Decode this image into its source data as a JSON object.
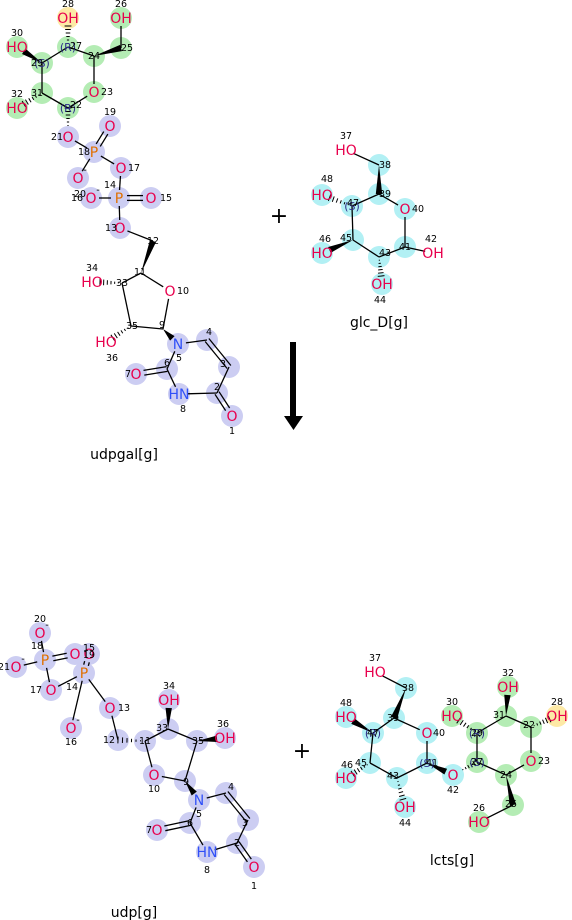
{
  "reaction": {
    "operators": [
      "+",
      "+"
    ],
    "colors": {
      "carbon_label": "#000000",
      "oxygen": "#e8004d",
      "nitrogen": "#3050f8",
      "phosphorus": "#e07000",
      "hl_udp": "#cccdf2",
      "hl_gal": "#b4ecb4",
      "hl_glc": "#b2f0f4",
      "hl_special": "#fde9a6"
    }
  },
  "molecules": [
    {
      "id": "udpgal",
      "name": "udpgal[g]",
      "atoms": [
        {
          "n": 1,
          "el": "O",
          "label": "O",
          "hl": "udp"
        },
        {
          "n": 2,
          "el": "C",
          "label": "",
          "hl": "udp"
        },
        {
          "n": 3,
          "el": "C",
          "label": "",
          "hl": "udp"
        },
        {
          "n": 4,
          "el": "C",
          "label": "",
          "hl": "udp"
        },
        {
          "n": 5,
          "el": "N",
          "label": "N",
          "hl": "udp"
        },
        {
          "n": 6,
          "el": "C",
          "label": "",
          "hl": "udp"
        },
        {
          "n": 7,
          "el": "O",
          "label": "O",
          "hl": "udp"
        },
        {
          "n": 8,
          "el": "N",
          "label": "HN",
          "hl": "udp"
        },
        {
          "n": 9,
          "el": "C",
          "label": "",
          "hl": "none"
        },
        {
          "n": 10,
          "el": "O",
          "label": "O",
          "hl": "none"
        },
        {
          "n": 11,
          "el": "C",
          "label": "",
          "hl": "none"
        },
        {
          "n": 12,
          "el": "C",
          "label": "",
          "hl": "none"
        },
        {
          "n": 13,
          "el": "O",
          "label": "O",
          "hl": "udp"
        },
        {
          "n": 14,
          "el": "P",
          "label": "P",
          "hl": "udp"
        },
        {
          "n": 15,
          "el": "O",
          "label": "O",
          "hl": "udp"
        },
        {
          "n": 16,
          "el": "O",
          "label": "O",
          "hl": "udp",
          "charge": "-"
        },
        {
          "n": 17,
          "el": "O",
          "label": "O",
          "hl": "udp"
        },
        {
          "n": 18,
          "el": "P",
          "label": "P",
          "hl": "udp"
        },
        {
          "n": 19,
          "el": "O",
          "label": "O",
          "hl": "udp"
        },
        {
          "n": 20,
          "el": "O",
          "label": "O",
          "hl": "udp",
          "charge": "-"
        },
        {
          "n": 21,
          "el": "O",
          "label": "O",
          "hl": "udp"
        },
        {
          "n": 22,
          "el": "C",
          "label": "",
          "hl": "gal",
          "stereo": "R"
        },
        {
          "n": 23,
          "el": "O",
          "label": "O",
          "hl": "gal"
        },
        {
          "n": 24,
          "el": "C",
          "label": "",
          "hl": "gal"
        },
        {
          "n": 25,
          "el": "C",
          "label": "",
          "hl": "gal"
        },
        {
          "n": 26,
          "el": "O",
          "label": "OH",
          "hl": "gal"
        },
        {
          "n": 27,
          "el": "C",
          "label": "",
          "hl": "gal",
          "stereo": "R"
        },
        {
          "n": 28,
          "el": "O",
          "label": "OH",
          "hl": "special"
        },
        {
          "n": 29,
          "el": "C",
          "label": "",
          "hl": "gal",
          "stereo": "S"
        },
        {
          "n": 30,
          "el": "O",
          "label": "HO",
          "hl": "gal"
        },
        {
          "n": 31,
          "el": "C",
          "label": "",
          "hl": "gal"
        },
        {
          "n": 32,
          "el": "O",
          "label": "HO",
          "hl": "gal"
        },
        {
          "n": 33,
          "el": "C",
          "label": "",
          "hl": "none"
        },
        {
          "n": 34,
          "el": "O",
          "label": "HO",
          "hl": "none"
        },
        {
          "n": 35,
          "el": "C",
          "label": "",
          "hl": "none"
        },
        {
          "n": 36,
          "el": "O",
          "label": "HO",
          "hl": "none"
        }
      ],
      "bonds": [
        [
          1,
          2,
          2
        ],
        [
          2,
          3,
          1
        ],
        [
          3,
          4,
          2
        ],
        [
          4,
          5,
          1
        ],
        [
          5,
          6,
          1
        ],
        [
          6,
          7,
          2
        ],
        [
          6,
          8,
          1
        ],
        [
          8,
          2,
          1
        ],
        [
          5,
          9,
          1
        ],
        [
          9,
          10,
          1
        ],
        [
          10,
          11,
          1
        ],
        [
          11,
          33,
          1
        ],
        [
          33,
          35,
          1
        ],
        [
          35,
          9,
          1
        ],
        [
          33,
          34,
          1
        ],
        [
          35,
          36,
          1
        ],
        [
          11,
          12,
          1
        ],
        [
          12,
          13,
          1
        ],
        [
          13,
          14,
          1
        ],
        [
          14,
          15,
          2
        ],
        [
          14,
          16,
          1
        ],
        [
          14,
          17,
          1
        ],
        [
          17,
          18,
          1
        ],
        [
          18,
          19,
          2
        ],
        [
          18,
          20,
          1
        ],
        [
          18,
          21,
          1
        ],
        [
          21,
          22,
          1
        ],
        [
          22,
          23,
          1
        ],
        [
          23,
          24,
          1
        ],
        [
          24,
          27,
          1
        ],
        [
          27,
          29,
          1
        ],
        [
          29,
          31,
          1
        ],
        [
          31,
          22,
          1
        ],
        [
          24,
          25,
          1
        ],
        [
          25,
          26,
          1
        ],
        [
          27,
          28,
          1
        ],
        [
          29,
          30,
          1
        ],
        [
          31,
          32,
          1
        ]
      ]
    },
    {
      "id": "glc",
      "name": "glc_D[g]",
      "atoms": [
        {
          "n": 37,
          "el": "O",
          "label": "HO",
          "hl": "none"
        },
        {
          "n": 38,
          "el": "C",
          "label": "",
          "hl": "glc"
        },
        {
          "n": 39,
          "el": "C",
          "label": "",
          "hl": "glc"
        },
        {
          "n": 40,
          "el": "O",
          "label": "O",
          "hl": "glc"
        },
        {
          "n": 41,
          "el": "C",
          "label": "",
          "hl": "glc"
        },
        {
          "n": 42,
          "el": "O",
          "label": "OH",
          "hl": "none"
        },
        {
          "n": 43,
          "el": "C",
          "label": "",
          "hl": "glc"
        },
        {
          "n": 44,
          "el": "O",
          "label": "OH",
          "hl": "glc"
        },
        {
          "n": 45,
          "el": "C",
          "label": "",
          "hl": "glc"
        },
        {
          "n": 46,
          "el": "O",
          "label": "HO",
          "hl": "glc"
        },
        {
          "n": 47,
          "el": "C",
          "label": "",
          "hl": "glc",
          "stereo": "S"
        },
        {
          "n": 48,
          "el": "O",
          "label": "HO",
          "hl": "glc"
        }
      ],
      "bonds": [
        [
          37,
          38,
          1
        ],
        [
          38,
          39,
          1
        ],
        [
          39,
          40,
          1
        ],
        [
          40,
          41,
          1
        ],
        [
          41,
          42,
          1
        ],
        [
          41,
          43,
          1
        ],
        [
          43,
          44,
          1
        ],
        [
          43,
          45,
          1
        ],
        [
          45,
          46,
          1
        ],
        [
          45,
          47,
          1
        ],
        [
          47,
          48,
          1
        ],
        [
          47,
          39,
          1
        ]
      ]
    },
    {
      "id": "udp",
      "name": "udp[g]",
      "atoms": [
        {
          "n": 1,
          "el": "O",
          "label": "O",
          "hl": "udp"
        },
        {
          "n": 2,
          "el": "C",
          "label": "",
          "hl": "udp"
        },
        {
          "n": 3,
          "el": "C",
          "label": "",
          "hl": "udp"
        },
        {
          "n": 4,
          "el": "C",
          "label": "",
          "hl": "udp"
        },
        {
          "n": 5,
          "el": "N",
          "label": "N",
          "hl": "udp"
        },
        {
          "n": 6,
          "el": "C",
          "label": "",
          "hl": "udp"
        },
        {
          "n": 7,
          "el": "O",
          "label": "O",
          "hl": "udp"
        },
        {
          "n": 8,
          "el": "N",
          "label": "HN",
          "hl": "udp"
        },
        {
          "n": 9,
          "el": "C",
          "label": "",
          "hl": "udp"
        },
        {
          "n": 10,
          "el": "O",
          "label": "O",
          "hl": "udp"
        },
        {
          "n": 11,
          "el": "C",
          "label": "",
          "hl": "udp"
        },
        {
          "n": 12,
          "el": "C",
          "label": "",
          "hl": "udp"
        },
        {
          "n": 13,
          "el": "O",
          "label": "O",
          "hl": "udp"
        },
        {
          "n": 14,
          "el": "P",
          "label": "P",
          "hl": "udp"
        },
        {
          "n": 15,
          "el": "O",
          "label": "O",
          "hl": "udp"
        },
        {
          "n": 16,
          "el": "O",
          "label": "O",
          "hl": "udp",
          "charge": "-"
        },
        {
          "n": 17,
          "el": "O",
          "label": "O",
          "hl": "udp"
        },
        {
          "n": 18,
          "el": "P",
          "label": "P",
          "hl": "udp"
        },
        {
          "n": 19,
          "el": "O",
          "label": "O",
          "hl": "udp"
        },
        {
          "n": 20,
          "el": "O",
          "label": "O",
          "hl": "udp",
          "charge": "-"
        },
        {
          "n": 21,
          "el": "O",
          "label": "O",
          "hl": "udp",
          "charge": "-"
        },
        {
          "n": 33,
          "el": "C",
          "label": "",
          "hl": "udp"
        },
        {
          "n": 34,
          "el": "O",
          "label": "OH",
          "hl": "udp"
        },
        {
          "n": 35,
          "el": "C",
          "label": "",
          "hl": "udp"
        },
        {
          "n": 36,
          "el": "O",
          "label": "OH",
          "hl": "udp"
        }
      ],
      "bonds": [
        [
          1,
          2,
          2
        ],
        [
          2,
          3,
          1
        ],
        [
          3,
          4,
          2
        ],
        [
          4,
          5,
          1
        ],
        [
          5,
          6,
          1
        ],
        [
          6,
          7,
          2
        ],
        [
          6,
          8,
          1
        ],
        [
          8,
          2,
          1
        ],
        [
          5,
          9,
          1
        ],
        [
          9,
          10,
          1
        ],
        [
          10,
          11,
          1
        ],
        [
          11,
          33,
          1
        ],
        [
          33,
          35,
          1
        ],
        [
          35,
          9,
          1
        ],
        [
          33,
          34,
          1
        ],
        [
          35,
          36,
          1
        ],
        [
          11,
          12,
          1
        ],
        [
          12,
          13,
          1
        ],
        [
          13,
          14,
          1
        ],
        [
          14,
          15,
          2
        ],
        [
          14,
          16,
          1
        ],
        [
          14,
          17,
          1
        ],
        [
          17,
          18,
          1
        ],
        [
          18,
          19,
          2
        ],
        [
          18,
          20,
          1
        ],
        [
          18,
          21,
          1
        ]
      ]
    },
    {
      "id": "lcts",
      "name": "lcts[g]",
      "atoms": [
        {
          "n": 22,
          "el": "C",
          "label": "",
          "hl": "gal"
        },
        {
          "n": 23,
          "el": "O",
          "label": "O",
          "hl": "gal"
        },
        {
          "n": 24,
          "el": "C",
          "label": "",
          "hl": "gal"
        },
        {
          "n": 25,
          "el": "C",
          "label": "",
          "hl": "gal"
        },
        {
          "n": 26,
          "el": "O",
          "label": "HO",
          "hl": "gal"
        },
        {
          "n": 27,
          "el": "C",
          "label": "",
          "hl": "gal",
          "stereo": "S"
        },
        {
          "n": 28,
          "el": "O",
          "label": "OH",
          "hl": "special"
        },
        {
          "n": 29,
          "el": "C",
          "label": "",
          "hl": "gal",
          "stereo": "R"
        },
        {
          "n": 30,
          "el": "O",
          "label": "HO",
          "hl": "gal"
        },
        {
          "n": 31,
          "el": "C",
          "label": "",
          "hl": "gal"
        },
        {
          "n": 32,
          "el": "O",
          "label": "OH",
          "hl": "gal"
        },
        {
          "n": 37,
          "el": "O",
          "label": "HO",
          "hl": "none"
        },
        {
          "n": 38,
          "el": "C",
          "label": "",
          "hl": "glc"
        },
        {
          "n": 39,
          "el": "C",
          "label": "",
          "hl": "glc"
        },
        {
          "n": 40,
          "el": "O",
          "label": "O",
          "hl": "glc"
        },
        {
          "n": 41,
          "el": "C",
          "label": "",
          "hl": "glc",
          "stereo": "S"
        },
        {
          "n": 42,
          "el": "O",
          "label": "O",
          "hl": "glc"
        },
        {
          "n": 43,
          "el": "C",
          "label": "",
          "hl": "glc"
        },
        {
          "n": 44,
          "el": "O",
          "label": "OH",
          "hl": "glc"
        },
        {
          "n": 45,
          "el": "C",
          "label": "",
          "hl": "glc"
        },
        {
          "n": 46,
          "el": "O",
          "label": "HO",
          "hl": "glc"
        },
        {
          "n": 47,
          "el": "C",
          "label": "",
          "hl": "glc",
          "stereo": "R"
        },
        {
          "n": 48,
          "el": "O",
          "label": "HO",
          "hl": "glc"
        }
      ],
      "bonds": [
        [
          37,
          38,
          1
        ],
        [
          38,
          39,
          1
        ],
        [
          39,
          40,
          1
        ],
        [
          40,
          41,
          1
        ],
        [
          41,
          42,
          1
        ],
        [
          41,
          43,
          1
        ],
        [
          43,
          44,
          1
        ],
        [
          43,
          45,
          1
        ],
        [
          45,
          46,
          1
        ],
        [
          45,
          47,
          1
        ],
        [
          47,
          48,
          1
        ],
        [
          47,
          39,
          1
        ],
        [
          42,
          27,
          1
        ],
        [
          27,
          29,
          1
        ],
        [
          29,
          30,
          1
        ],
        [
          29,
          31,
          1
        ],
        [
          31,
          32,
          1
        ],
        [
          31,
          22,
          1
        ],
        [
          22,
          28,
          1
        ],
        [
          22,
          23,
          1
        ],
        [
          23,
          24,
          1
        ],
        [
          24,
          27,
          1
        ],
        [
          24,
          25,
          1
        ],
        [
          25,
          26,
          1
        ]
      ]
    }
  ]
}
